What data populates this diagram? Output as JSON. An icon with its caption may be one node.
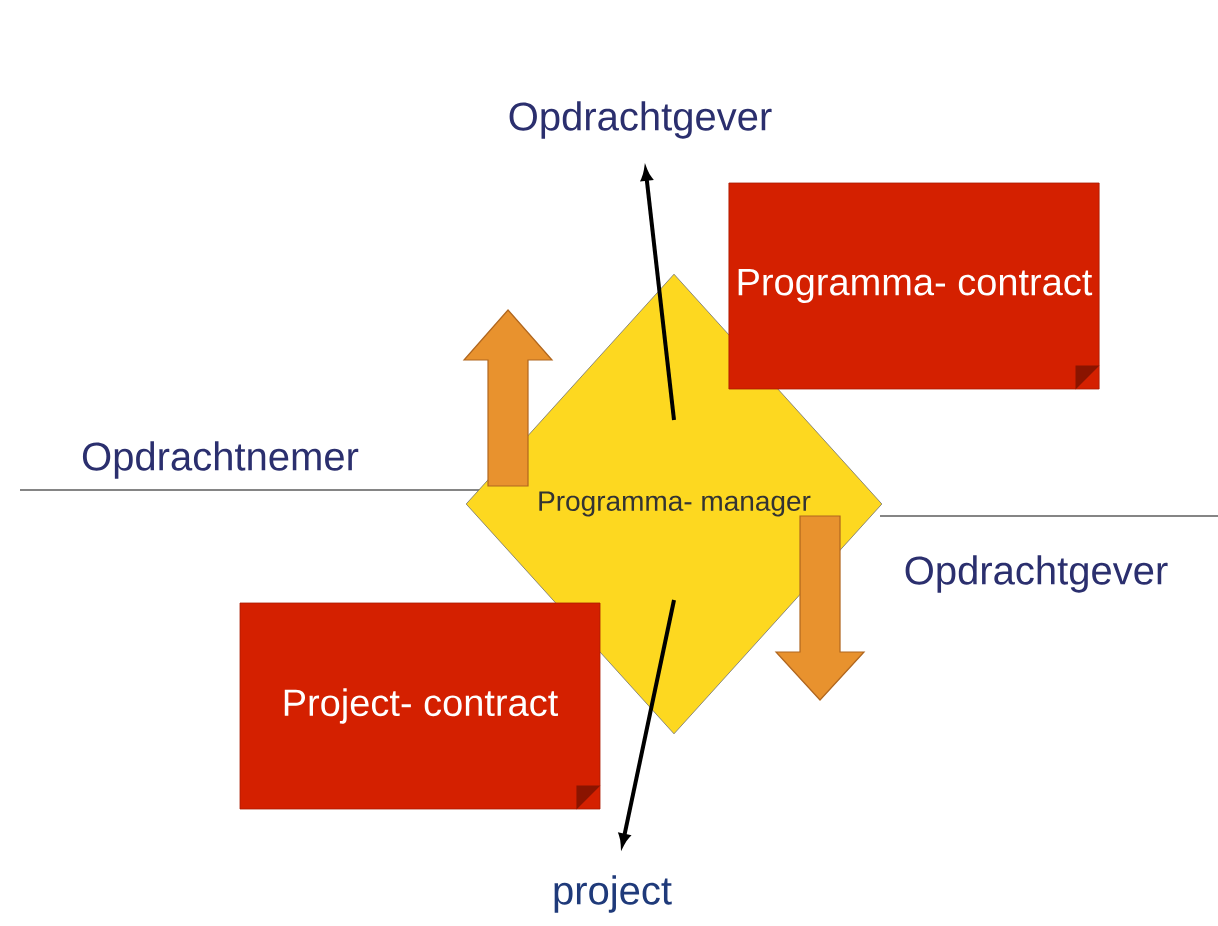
{
  "diagram": {
    "nodes": [
      {
        "text": [
          "Opdrachtgever"
        ]
      },
      {
        "text": [
          "Programma- contract"
        ]
      },
      {
        "text": [
          "Opdrachtnemer"
        ]
      },
      {
        "text": [
          "Programma- manager"
        ]
      },
      {
        "text": [
          "Opdrachtgever"
        ]
      },
      {
        "text": [
          "Project- contract"
        ]
      },
      {
        "text": [
          "project"
        ]
      }
    ],
    "edges": [
      {
        "from": 3,
        "to": 0,
        "arrow": "to"
      },
      {
        "from": 3,
        "to": 6,
        "arrow": "to"
      }
    ]
  }
}
